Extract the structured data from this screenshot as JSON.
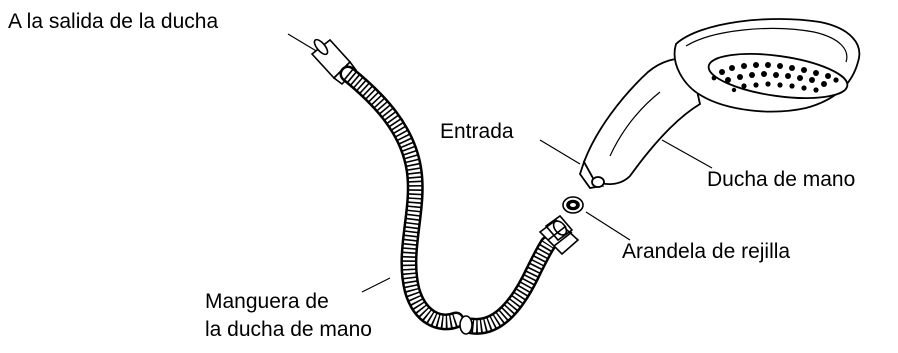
{
  "labels": {
    "shower_outlet": "A la salida de la ducha",
    "inlet": "Entrada",
    "handshower": "Ducha de mano",
    "screen_washer": "Arandela de rejilla",
    "hose_line1": "Manguera de",
    "hose_line2": "la ducha de mano"
  },
  "colors": {
    "line": "#000000",
    "fill": "#ffffff",
    "background": "#ffffff"
  }
}
